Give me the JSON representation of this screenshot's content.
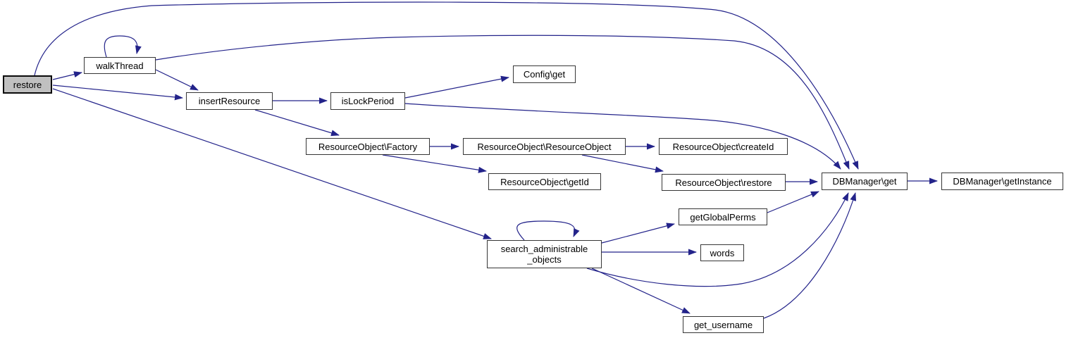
{
  "diagram": {
    "kind": "call-graph",
    "background_color": "#ffffff",
    "edge_color": "#23238a",
    "node_fill": "#ffffff",
    "node_border_color": "#363636",
    "highlight_fill": "#c0c0c0",
    "text_color": "#000000",
    "nodes": [
      {
        "id": "restore",
        "label": "restore",
        "highlighted": true
      },
      {
        "id": "walkThread",
        "label": "walkThread",
        "highlighted": false
      },
      {
        "id": "insertResource",
        "label": "insertResource",
        "highlighted": false
      },
      {
        "id": "isLockPeriod",
        "label": "isLockPeriod",
        "highlighted": false
      },
      {
        "id": "config_get",
        "label": "Config\\get",
        "highlighted": false
      },
      {
        "id": "ro_factory",
        "label": "ResourceObject\\Factory",
        "highlighted": false
      },
      {
        "id": "ro_resourceobject",
        "label": "ResourceObject\\ResourceObject",
        "highlighted": false
      },
      {
        "id": "ro_createid",
        "label": "ResourceObject\\createId",
        "highlighted": false
      },
      {
        "id": "ro_getid",
        "label": "ResourceObject\\getId",
        "highlighted": false
      },
      {
        "id": "ro_restore",
        "label": "ResourceObject\\restore",
        "highlighted": false
      },
      {
        "id": "dbm_get",
        "label": "DBManager\\get",
        "highlighted": false
      },
      {
        "id": "dbm_getinstance",
        "label": "DBManager\\getInstance",
        "highlighted": false
      },
      {
        "id": "getglobalperms",
        "label": "getGlobalPerms",
        "highlighted": false
      },
      {
        "id": "words",
        "label": "words",
        "highlighted": false
      },
      {
        "id": "search_adm",
        "label": "search_administrable\n_objects",
        "highlighted": false
      },
      {
        "id": "get_username",
        "label": "get_username",
        "highlighted": false
      }
    ],
    "edges": [
      {
        "from": "restore",
        "to": "walkThread"
      },
      {
        "from": "restore",
        "to": "insertResource"
      },
      {
        "from": "restore",
        "to": "search_adm"
      },
      {
        "from": "restore",
        "to": "dbm_get"
      },
      {
        "from": "walkThread",
        "to": "walkThread"
      },
      {
        "from": "walkThread",
        "to": "insertResource"
      },
      {
        "from": "walkThread",
        "to": "dbm_get"
      },
      {
        "from": "insertResource",
        "to": "isLockPeriod"
      },
      {
        "from": "insertResource",
        "to": "ro_factory"
      },
      {
        "from": "isLockPeriod",
        "to": "config_get"
      },
      {
        "from": "isLockPeriod",
        "to": "dbm_get"
      },
      {
        "from": "ro_factory",
        "to": "ro_resourceobject"
      },
      {
        "from": "ro_factory",
        "to": "ro_getid"
      },
      {
        "from": "ro_resourceobject",
        "to": "ro_createid"
      },
      {
        "from": "ro_resourceobject",
        "to": "ro_restore"
      },
      {
        "from": "ro_restore",
        "to": "dbm_get"
      },
      {
        "from": "dbm_get",
        "to": "dbm_getinstance"
      },
      {
        "from": "search_adm",
        "to": "search_adm"
      },
      {
        "from": "search_adm",
        "to": "getglobalperms"
      },
      {
        "from": "search_adm",
        "to": "words"
      },
      {
        "from": "search_adm",
        "to": "dbm_get"
      },
      {
        "from": "search_adm",
        "to": "get_username"
      },
      {
        "from": "getglobalperms",
        "to": "dbm_get"
      },
      {
        "from": "get_username",
        "to": "dbm_get"
      }
    ]
  }
}
